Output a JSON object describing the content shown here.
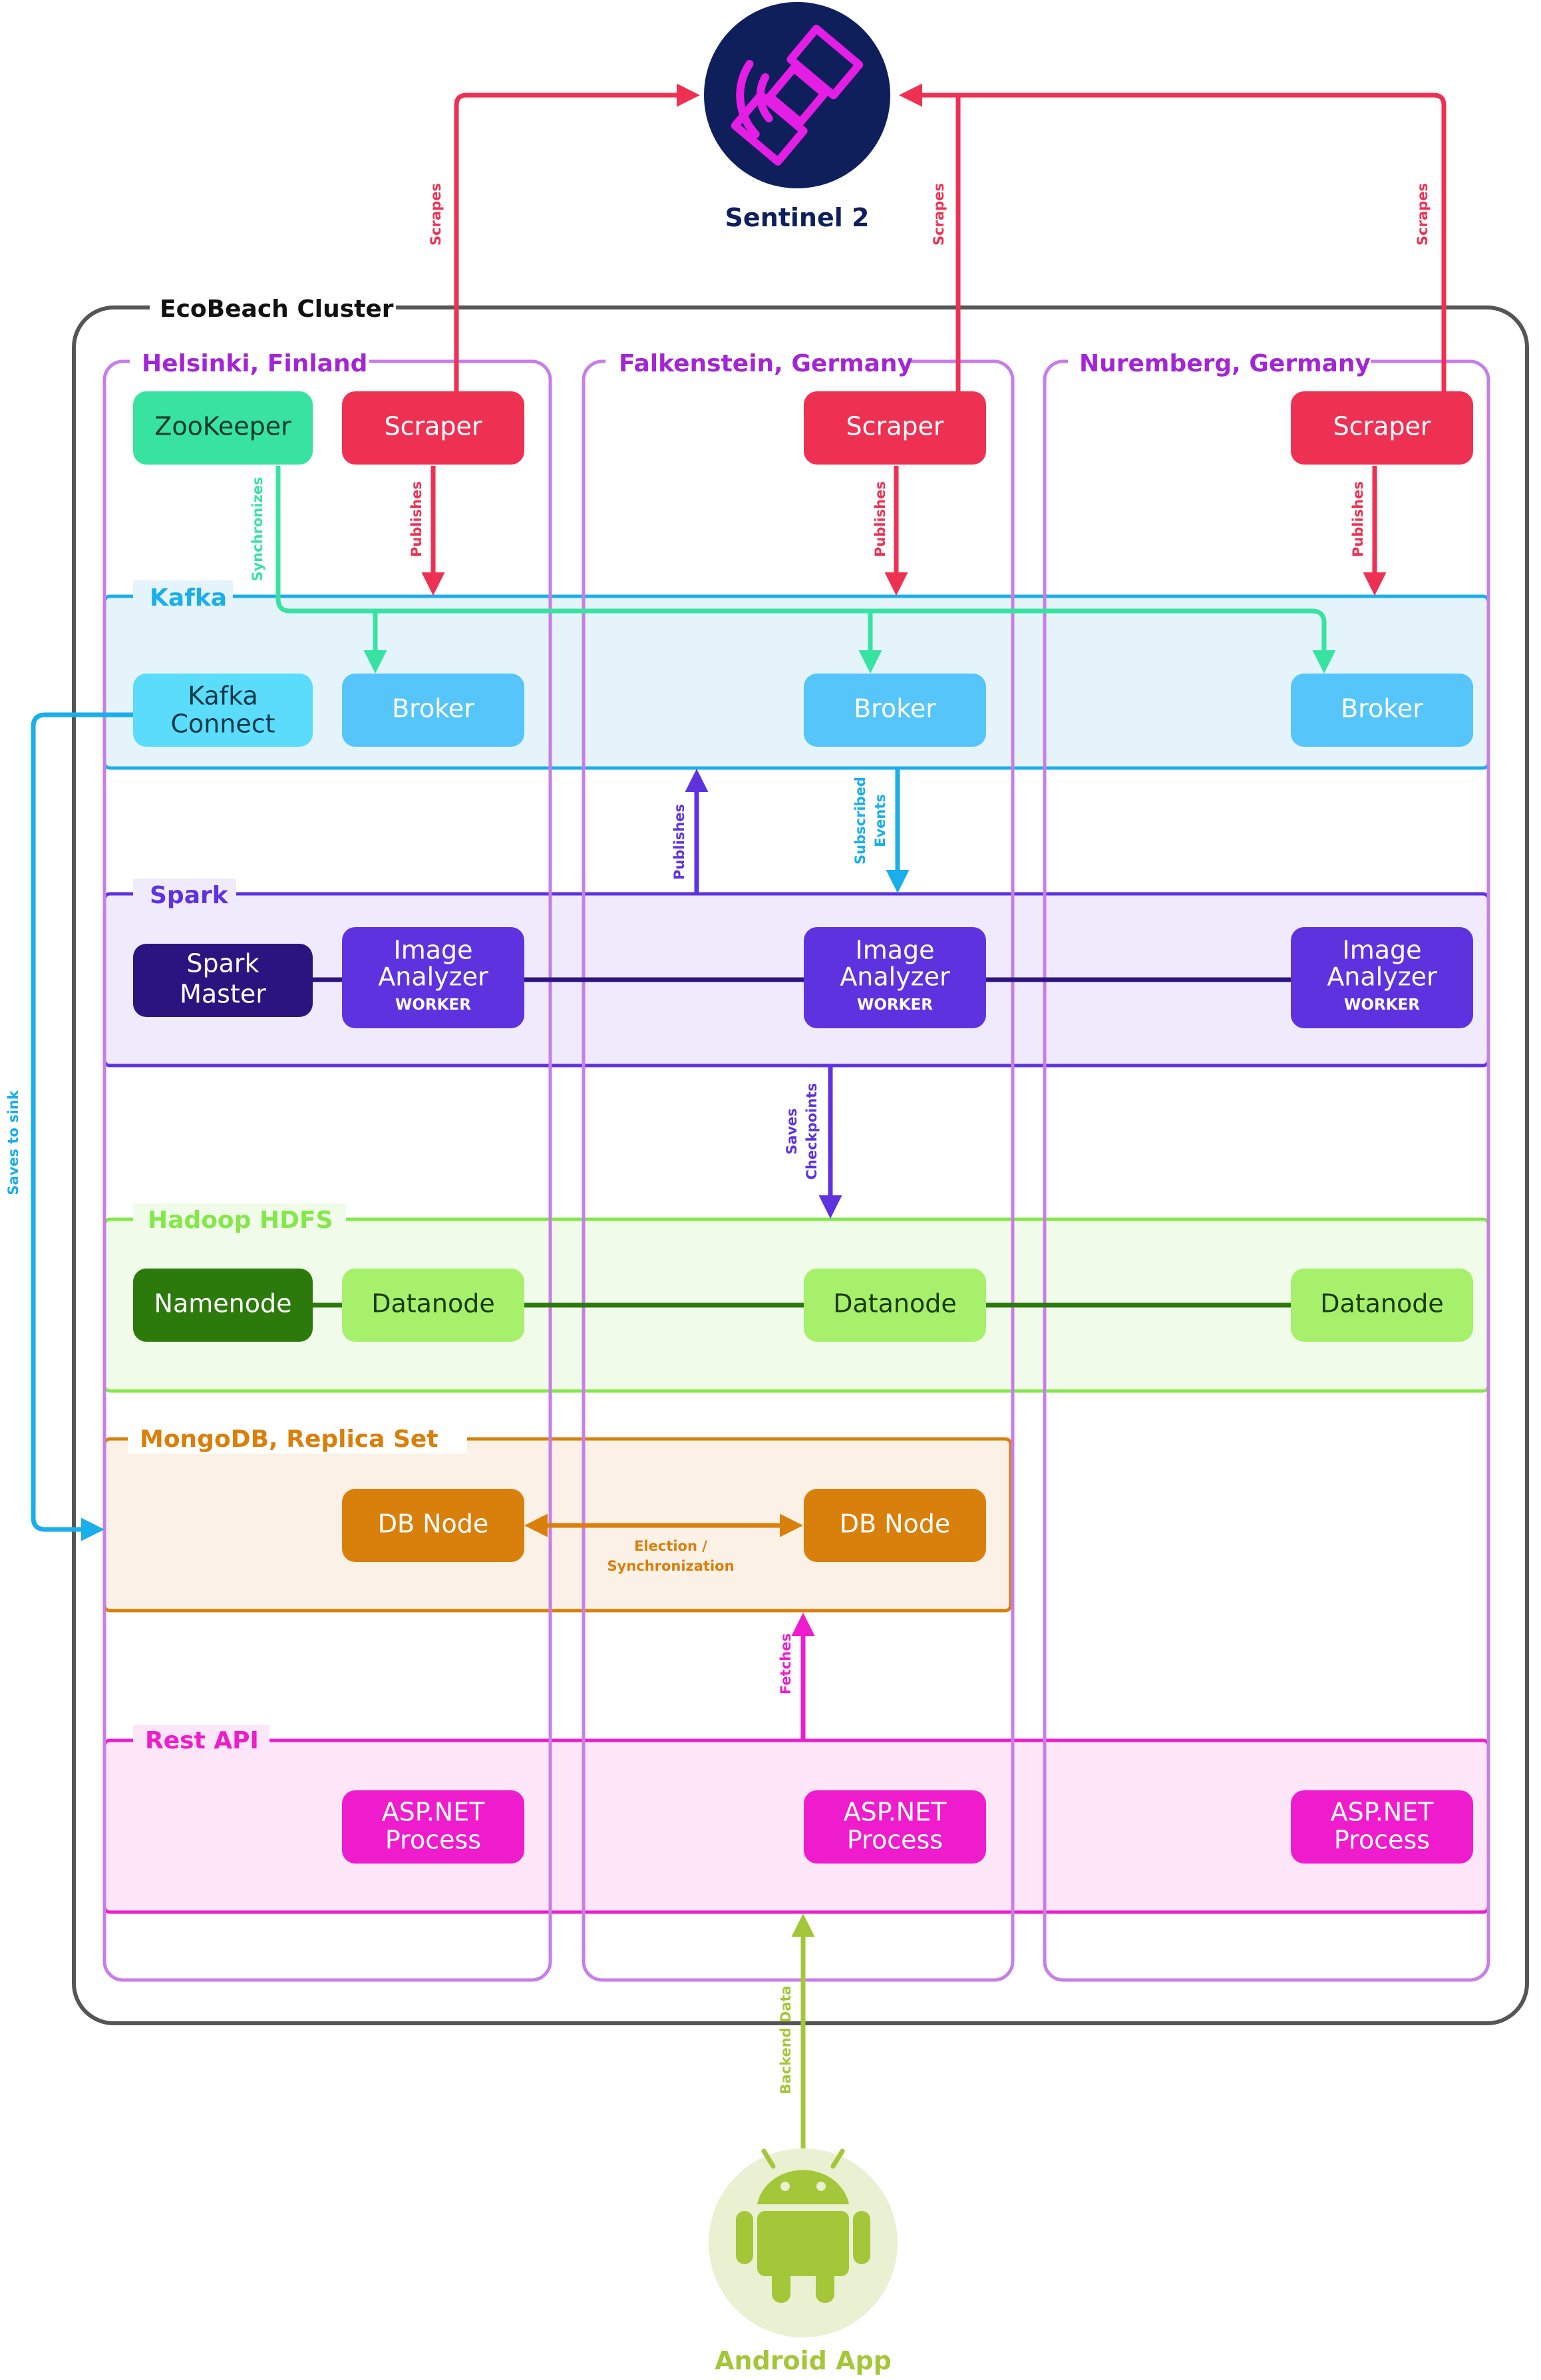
{
  "cluster": {
    "title": "EcoBeach Cluster"
  },
  "sentinel": {
    "label": "Sentinel 2",
    "icon": "satellite-icon",
    "color": "#0f1f5c",
    "icon_color": "#e41ee4"
  },
  "android": {
    "label": "Android App",
    "icon": "android-robot-icon",
    "color": "#a4c639"
  },
  "regions": [
    {
      "label": "Helsinki, Finland"
    },
    {
      "label": "Falkenstein, Germany"
    },
    {
      "label": "Nuremberg, Germany"
    }
  ],
  "layers": {
    "kafka": "Kafka",
    "spark": "Spark",
    "hdfs": "Hadoop HDFS",
    "mongo": "MongoDB, Replica Set",
    "rest": "Rest API"
  },
  "nodes": {
    "zookeeper": "ZooKeeper",
    "scraper": "Scraper",
    "kafka_connect_1": "Kafka",
    "kafka_connect_2": "Connect",
    "broker": "Broker",
    "spark_master_1": "Spark",
    "spark_master_2": "Master",
    "image_analyzer_1": "Image",
    "image_analyzer_2": "Analyzer",
    "worker": "WORKER",
    "namenode": "Namenode",
    "datanode": "Datanode",
    "db_node": "DB Node",
    "aspnet_1": "ASP.NET",
    "aspnet_2": "Process"
  },
  "edges": {
    "scrapes": "Scrapes",
    "publishes": "Publishes",
    "synchronizes": "Synchronizes",
    "subscribed_1": "Subscribed",
    "subscribed_2": "Events",
    "saves_1": "Saves",
    "saves_2": "Checkpoints",
    "saves_to_sink": "Saves to sink",
    "election_1": "Election /",
    "election_2": "Synchronization",
    "fetches": "Fetches",
    "backend_data": "Backend Data"
  },
  "colors": {
    "scraper": "#ee3153",
    "zookeeper": "#38e3a1",
    "kafka": "#1aaeea",
    "broker": "#55c5fa",
    "kafka_connect": "#5bdcfa",
    "spark": "#5e33df",
    "spark_master": "#2c1480",
    "hdfs": "#84e84a",
    "namenode": "#2c7a0c",
    "datanode": "#a6f06c",
    "mongo": "#d97f0b",
    "rest": "#ee1ccc",
    "region": "#c77ee8",
    "region_title": "#a326d6",
    "cluster_border": "#555555"
  }
}
